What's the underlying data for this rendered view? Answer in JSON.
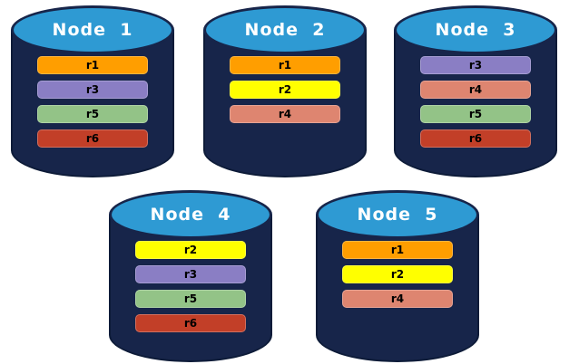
{
  "diagram_title": "replica-distribution-across-nodes",
  "colors": {
    "background": "#ffffff",
    "cylinder_body": "#17254A",
    "cylinder_outline": "#0D1B38",
    "cylinder_top": "#2E9AD3",
    "node_label_text": "#FFFFFF",
    "bar_text": "#000000",
    "replica_colors": {
      "r1": "#FF9E00",
      "r2": "#FFFF00",
      "r3": "#8A7EC4",
      "r4": "#DE8570",
      "r5": "#93C387",
      "r6": "#C23F28"
    }
  },
  "nodes": [
    {
      "label": "Node  1",
      "replicas": [
        "r1",
        "r3",
        "r5",
        "r6"
      ]
    },
    {
      "label": "Node  2",
      "replicas": [
        "r1",
        "r2",
        "r4"
      ]
    },
    {
      "label": "Node  3",
      "replicas": [
        "r3",
        "r4",
        "r5",
        "r6"
      ]
    },
    {
      "label": "Node  4",
      "replicas": [
        "r2",
        "r3",
        "r5",
        "r6"
      ]
    },
    {
      "label": "Node  5",
      "replicas": [
        "r1",
        "r2",
        "r4"
      ]
    }
  ]
}
